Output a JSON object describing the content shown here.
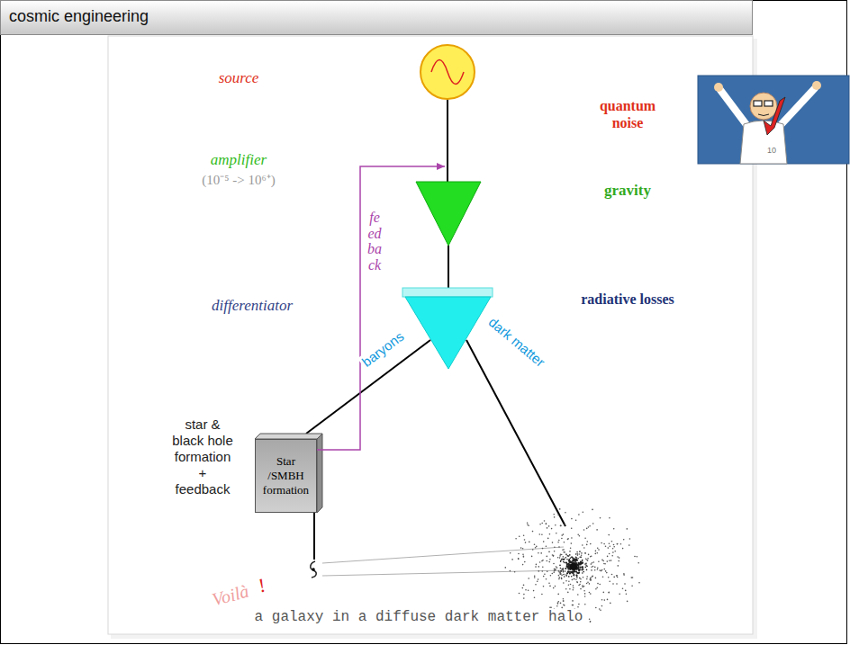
{
  "diagram": {
    "title": "cosmic engineering",
    "caption": "a galaxy in a diffuse dark matter halo",
    "nodes": [
      {
        "text": [
          "Star /SMBH formation"
        ]
      }
    ],
    "labels": [
      "source",
      "quantum noise",
      "amplifier",
      "(10⁻⁵ -> 10⁶⁺)",
      "gravity",
      "feedback",
      "differentiator",
      "radiative losses",
      "baryons",
      "dark matter",
      "star & black hole formation + feedback",
      "Voilà",
      "!"
    ]
  }
}
